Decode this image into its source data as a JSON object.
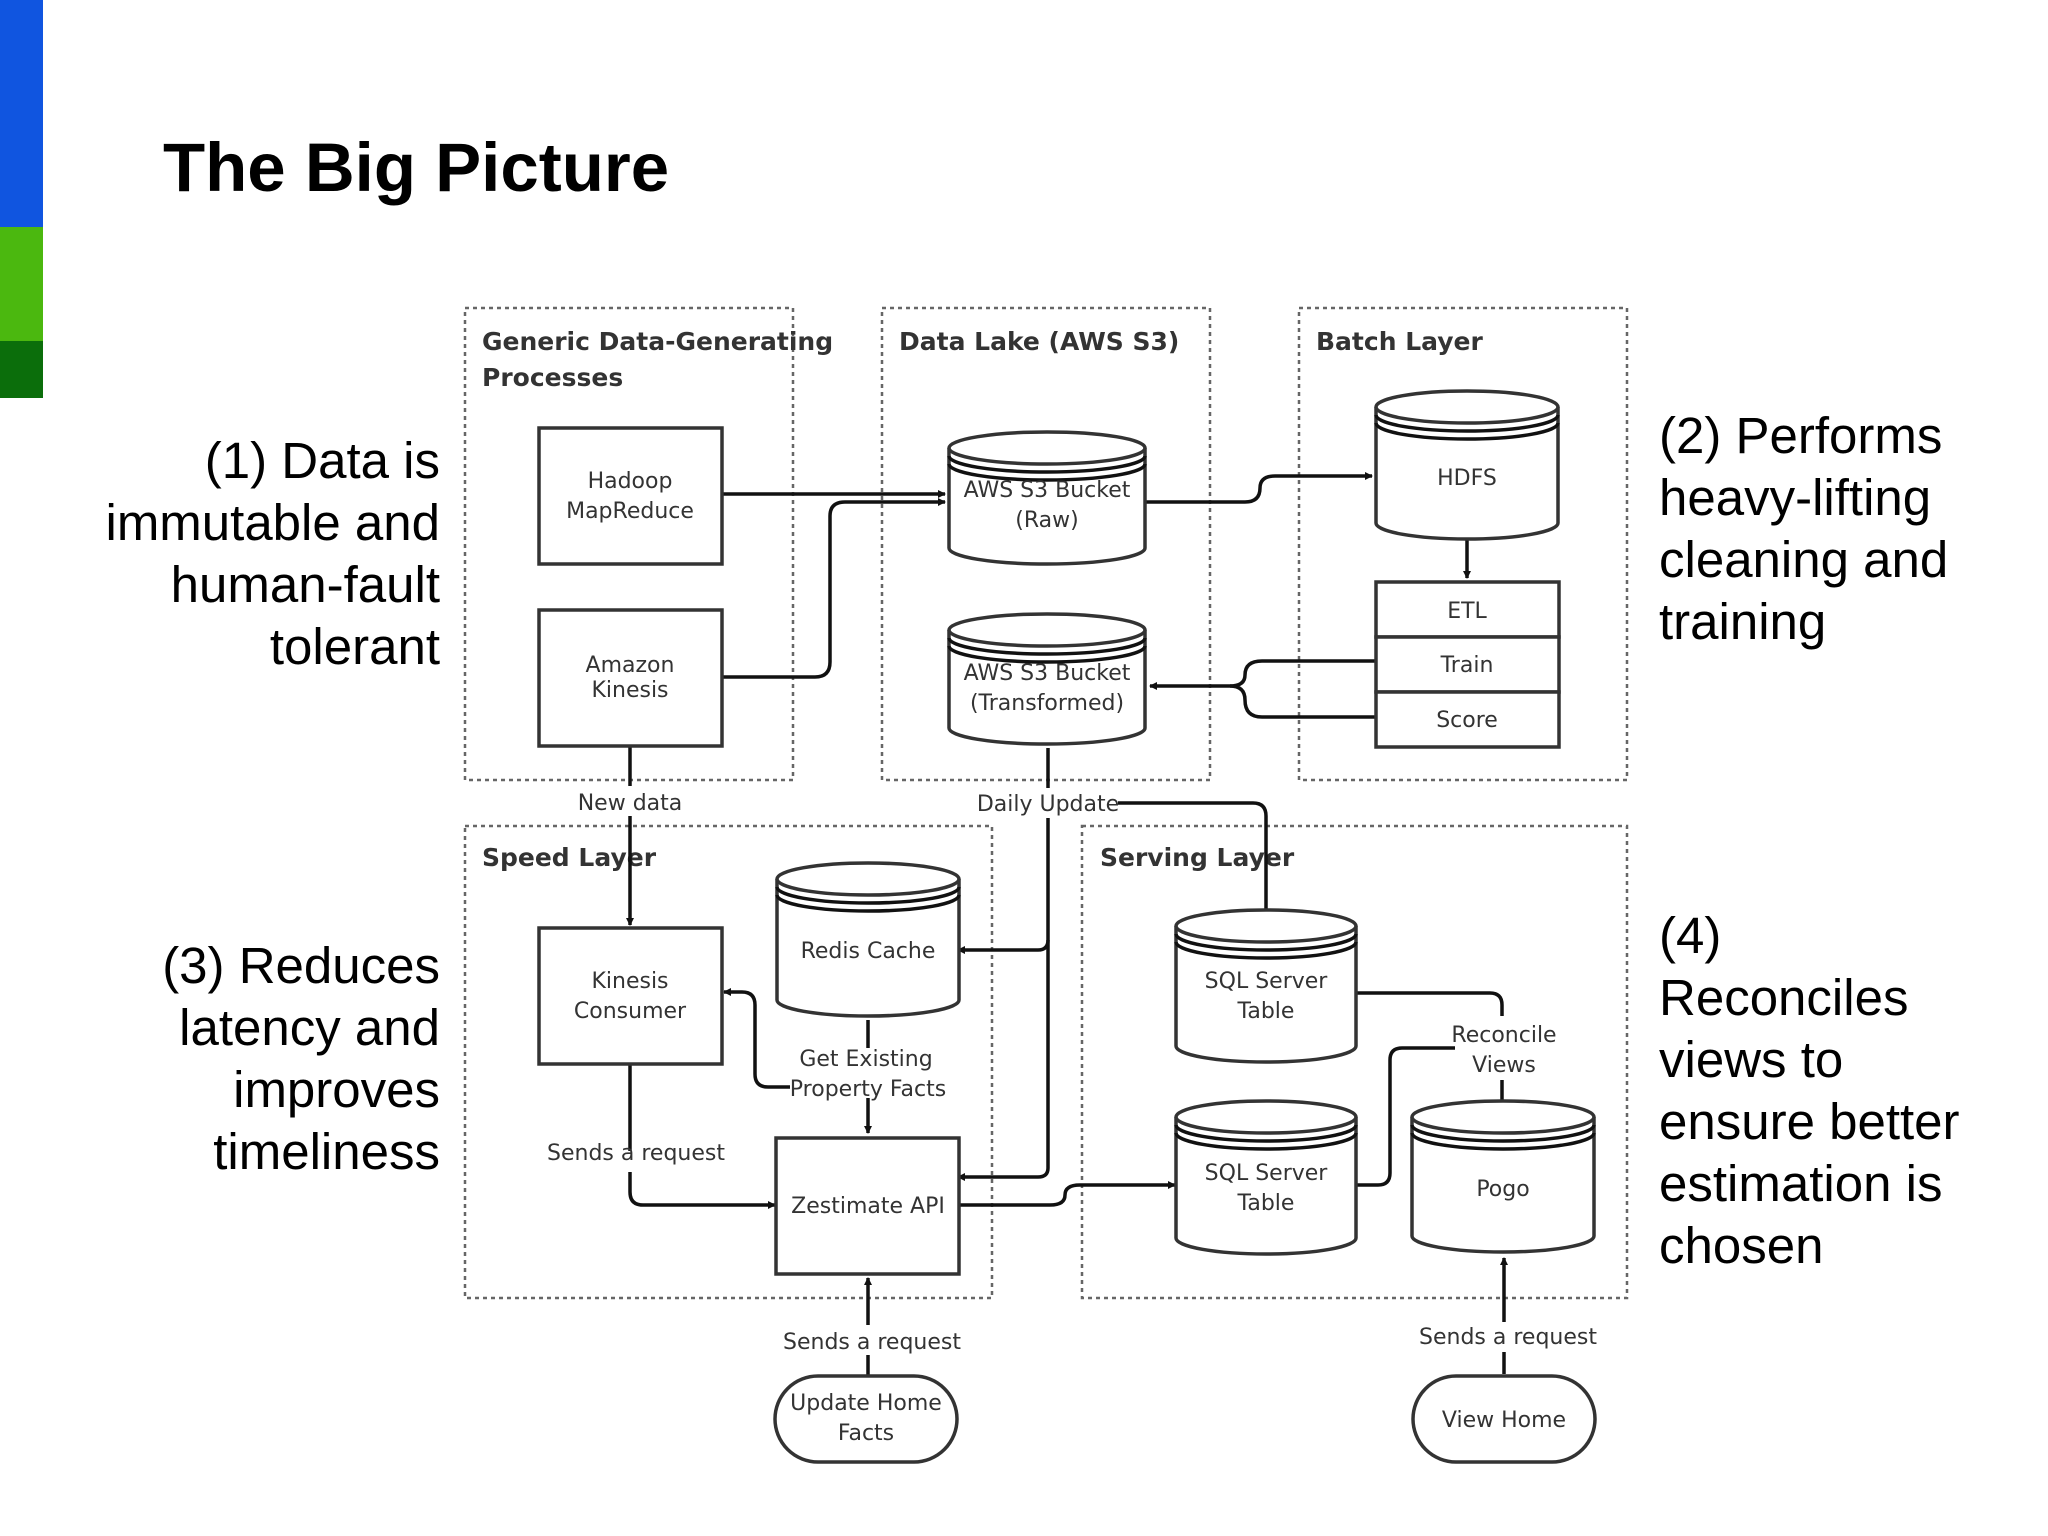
{
  "slide": {
    "title": "The Big Picture",
    "accent_colors": [
      "#1055e0",
      "#4bb80f",
      "#0b6e0b"
    ]
  },
  "annotations": {
    "note1": "(1) Data is\nimmutable and\nhuman-fault\ntolerant",
    "note2": "(2) Performs\nheavy-lifting\ncleaning and\ntraining",
    "note3": "(3) Reduces\nlatency and\nimproves\ntimeliness",
    "note4": "(4)\nReconciles\nviews to\nensure better\nestimation is\nchosen"
  },
  "groups": {
    "generic": [
      "Generic Data-Generating",
      "Processes"
    ],
    "data_lake": "Data Lake (AWS S3)",
    "batch": "Batch Layer",
    "speed": "Speed Layer",
    "serving": "Serving Layer"
  },
  "nodes": {
    "hadoop": [
      "Hadoop",
      "MapReduce"
    ],
    "kinesis": [
      "Amazon",
      "Kinesis"
    ],
    "s3_raw": [
      "AWS S3 Bucket",
      "(Raw)"
    ],
    "s3_transformed": [
      "AWS S3 Bucket",
      "(Transformed)"
    ],
    "hdfs": "HDFS",
    "etl": "ETL",
    "train": "Train",
    "score": "Score",
    "kinesis_consumer": [
      "Kinesis",
      "Consumer"
    ],
    "redis": "Redis Cache",
    "zestimate_api": "Zestimate API",
    "sql_table_1": [
      "SQL Server",
      "Table"
    ],
    "sql_table_2": [
      "SQL Server",
      "Table"
    ],
    "pogo": "Pogo",
    "update_home_facts": [
      "Update Home",
      "Facts"
    ],
    "view_home": "View Home"
  },
  "edge_labels": {
    "new_data": "New data",
    "daily_update": "Daily Update",
    "get_existing": [
      "Get Existing",
      "Property Facts"
    ],
    "sends_request_1": "Sends a request",
    "sends_request_2": "Sends a request",
    "sends_request_3": "Sends a request",
    "reconcile": [
      "Reconcile",
      "Views"
    ]
  }
}
